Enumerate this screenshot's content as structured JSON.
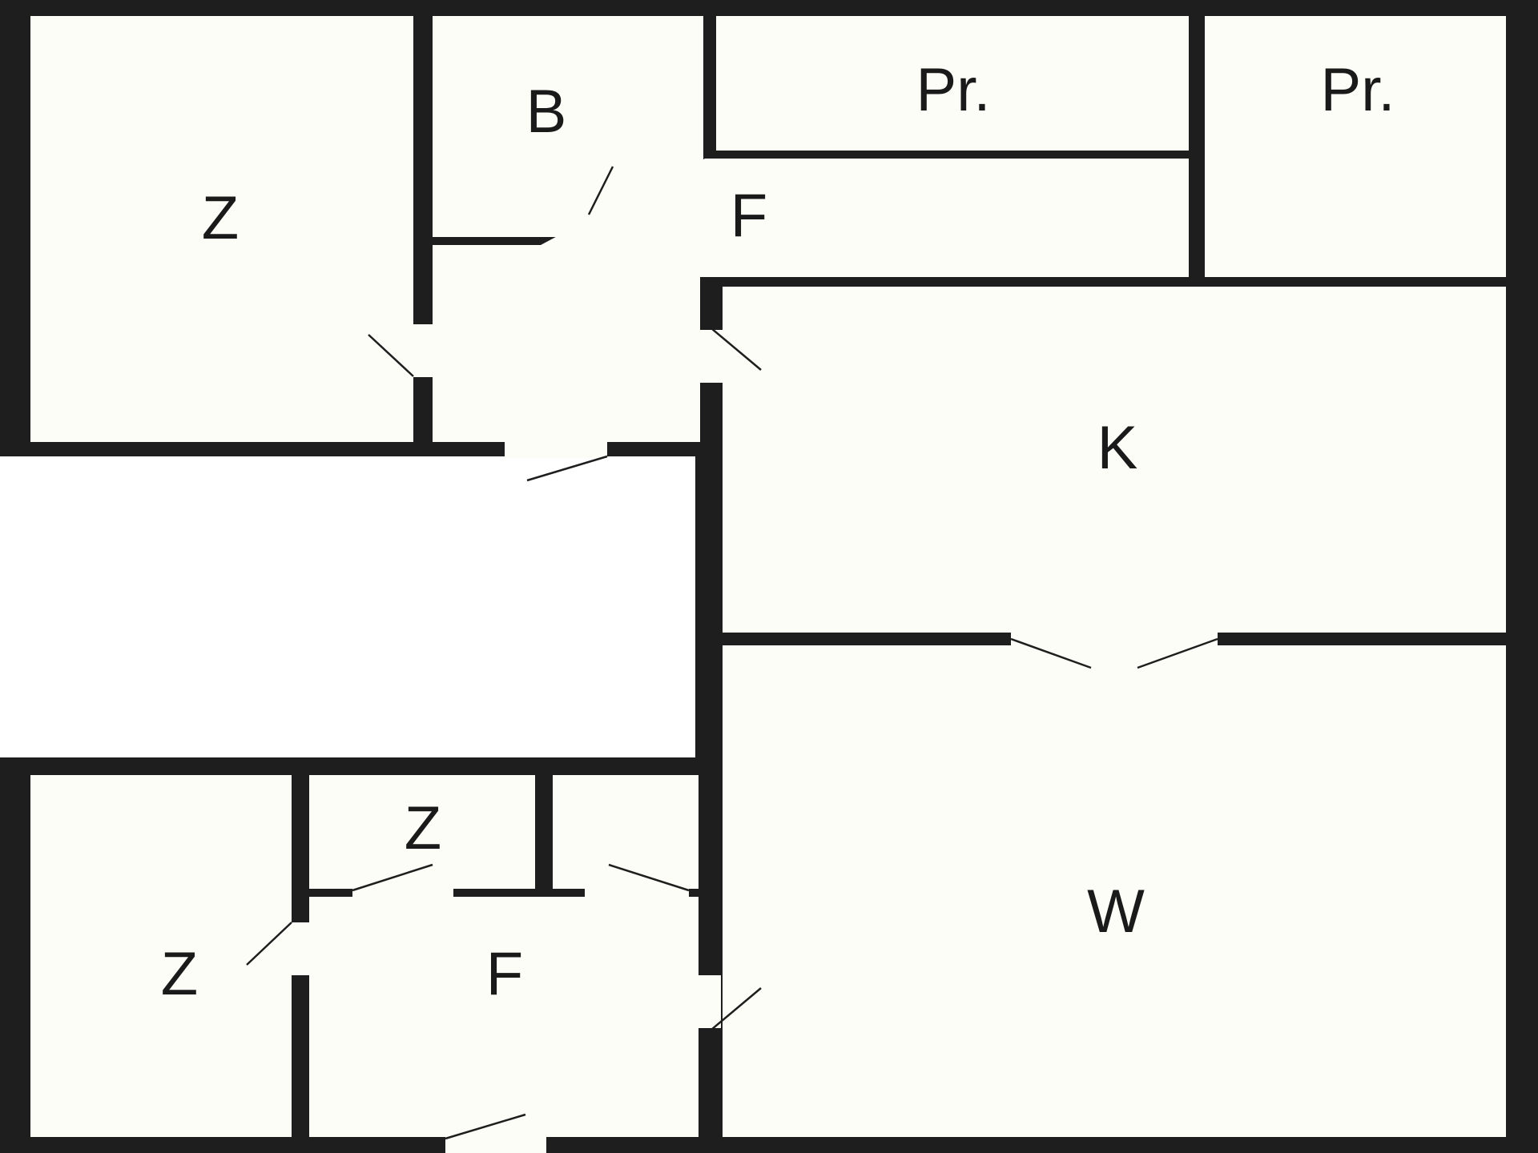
{
  "colors": {
    "wall": "#1e1e1e",
    "room_fill": "#fdfdf7",
    "void": "#ffffff"
  },
  "rooms": [
    {
      "id": "room-z-top-left",
      "label": "Z"
    },
    {
      "id": "room-b",
      "label": "B"
    },
    {
      "id": "room-pr-1",
      "label": "Pr."
    },
    {
      "id": "room-pr-2",
      "label": "Pr."
    },
    {
      "id": "room-f-top",
      "label": "F"
    },
    {
      "id": "room-k",
      "label": "K"
    },
    {
      "id": "room-z-small",
      "label": "Z"
    },
    {
      "id": "room-z-bottom-left",
      "label": "Z"
    },
    {
      "id": "room-f-bottom",
      "label": "F"
    },
    {
      "id": "room-w",
      "label": "W"
    }
  ]
}
